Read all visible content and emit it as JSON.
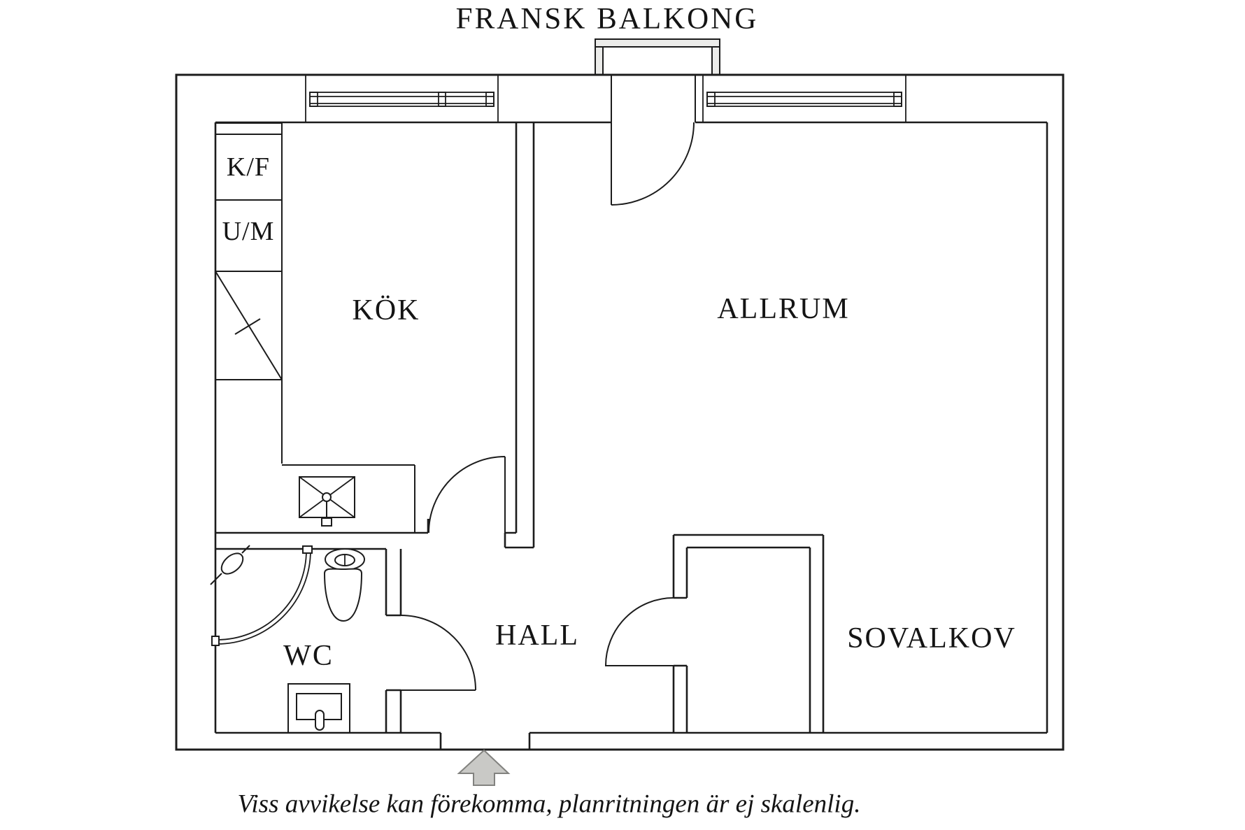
{
  "labels": {
    "title": "FRANSK BALKONG",
    "kok": "KÖK",
    "allrum": "ALLRUM",
    "hall": "HALL",
    "wc": "WC",
    "sovalkov": "SOVALKOV",
    "kf": "K/F",
    "um": "U/M",
    "disclaimer": "Viss avvikelse kan förekomma, planritningen är ej skalenlig."
  },
  "colors": {
    "line": "#1c1c1c",
    "arrow_fill": "#c9c9c6",
    "arrow_stroke": "#82827f",
    "railing_fill": "#ececea"
  }
}
